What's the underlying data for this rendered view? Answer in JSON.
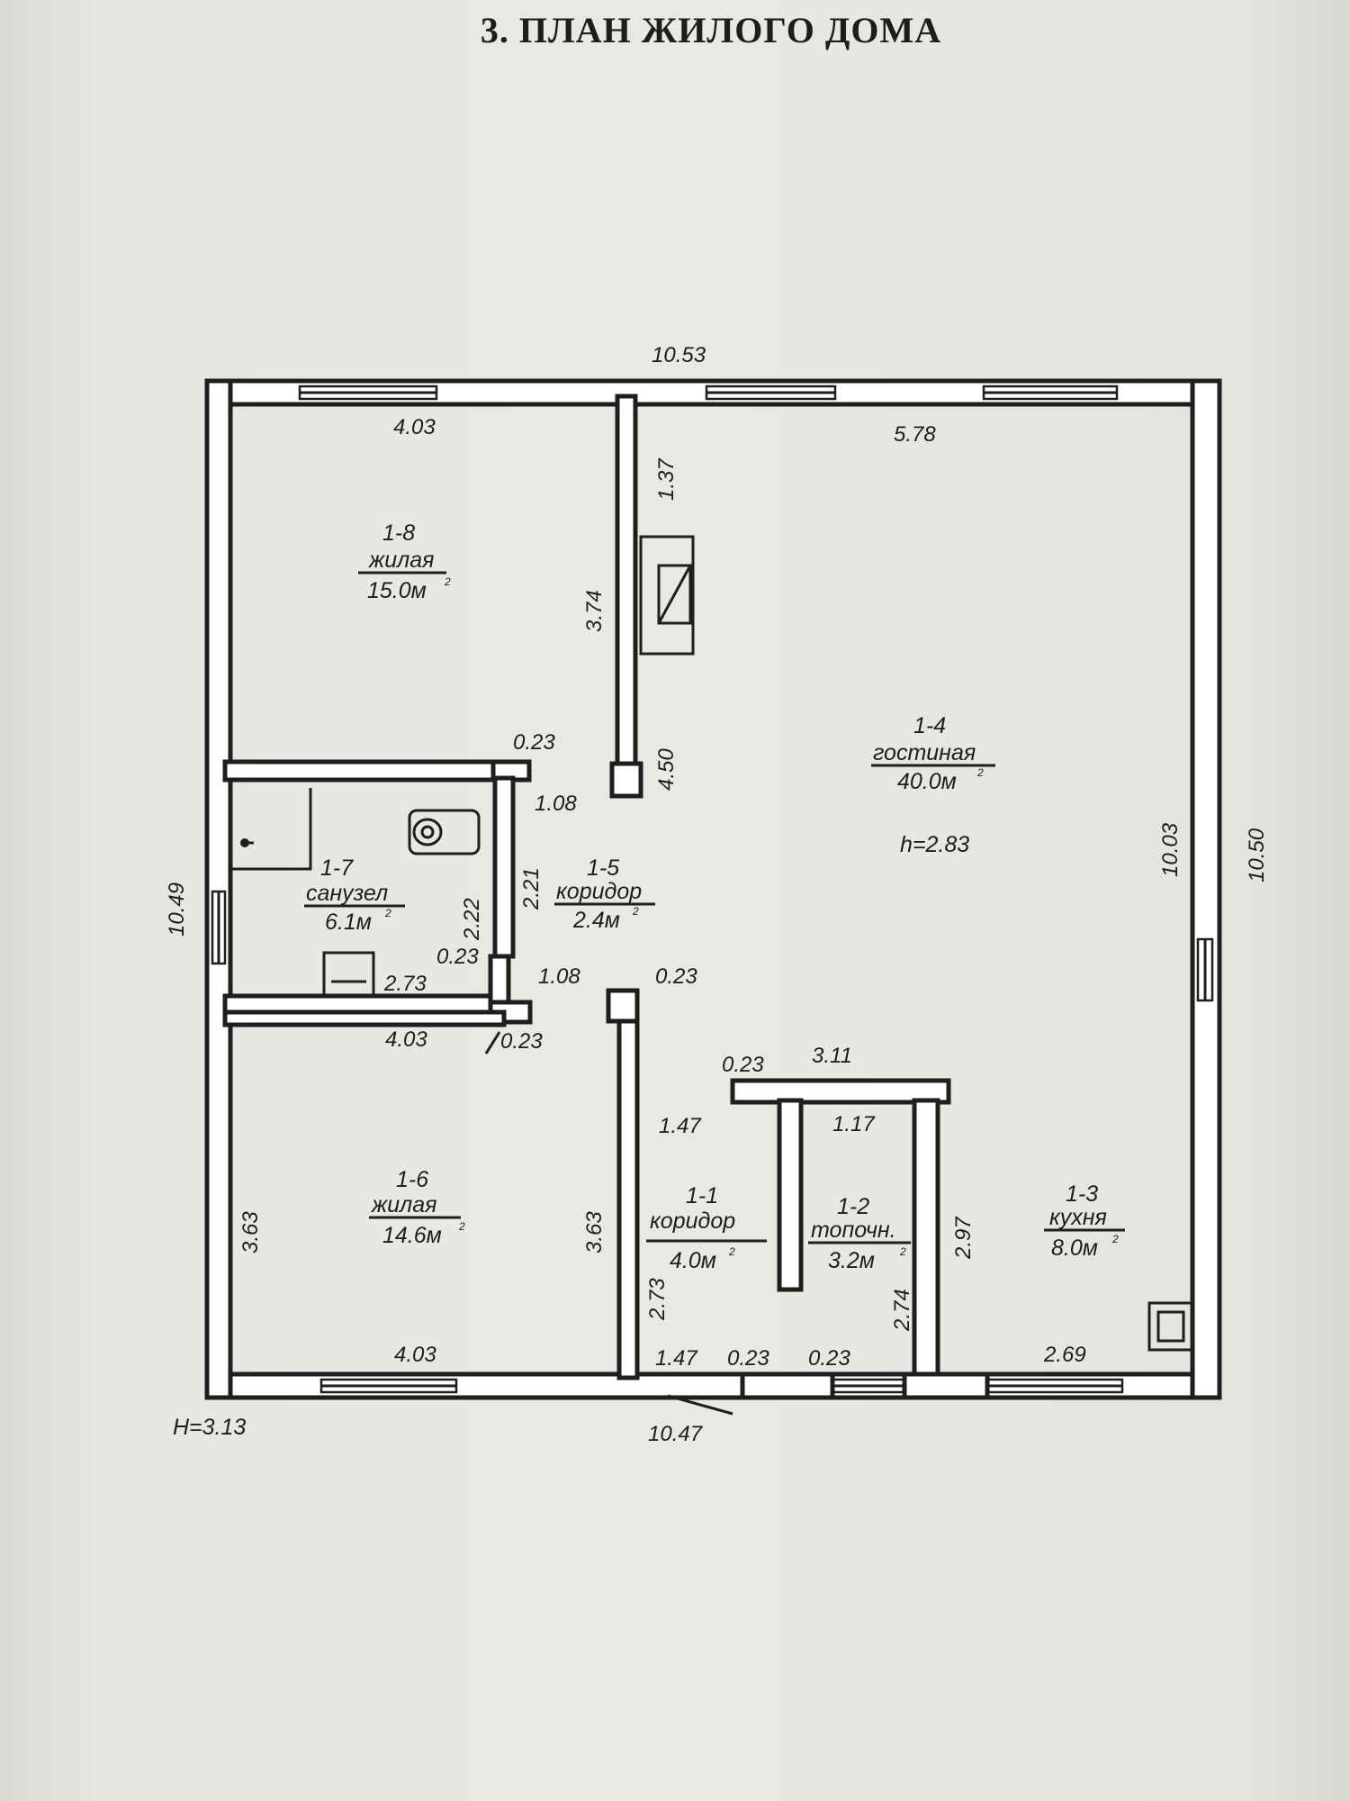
{
  "title": "3. ПЛАН ЖИЛОГО ДОМА",
  "sup": "2",
  "rooms": [
    {
      "id": "1-8",
      "name": "жилая",
      "area": "15.0м"
    },
    {
      "id": "1-7",
      "name": "санузел",
      "area": "6.1м"
    },
    {
      "id": "1-5",
      "name": "коридор",
      "area": "2.4м"
    },
    {
      "id": "1-6",
      "name": "жилая",
      "area": "14.6м"
    },
    {
      "id": "1-4",
      "name": "гостиная",
      "area": "40.0м"
    },
    {
      "id": "1-1",
      "name": "коридор",
      "area": "4.0м"
    },
    {
      "id": "1-2",
      "name": "топочн.",
      "area": "3.2м"
    },
    {
      "id": "1-3",
      "name": "кухня",
      "area": "8.0м"
    }
  ],
  "h_room": "h=2.83",
  "h_building": "H=3.13",
  "dims": {
    "top_total": "10.53",
    "bottom_total": "10.47",
    "left_total": "10.49",
    "right_outer": "10.50",
    "right_inner": "10.03",
    "r18_top": "4.03",
    "r18_side": "3.74",
    "r14_top": "5.78",
    "stub_137": "1.37",
    "wall_450": "4.50",
    "t023_a": "0.23",
    "t108_a": "1.08",
    "d222": "2.22",
    "d221": "2.21",
    "t023_b": "0.23",
    "d273_a": "2.73",
    "t108_b": "1.08",
    "t023_c": "0.23",
    "r16_top": "4.03",
    "t023_d": "0.23",
    "t023_e": "0.23",
    "d311": "3.11",
    "d147_a": "1.47",
    "d117": "1.17",
    "r16_left": "3.63",
    "r16_right": "3.63",
    "d297": "2.97",
    "d273_b": "2.73",
    "d274": "2.74",
    "r16_bottom": "4.03",
    "d147_b": "1.47",
    "t023_f": "0.23",
    "t023_g": "0.23",
    "d269": "2.69"
  }
}
